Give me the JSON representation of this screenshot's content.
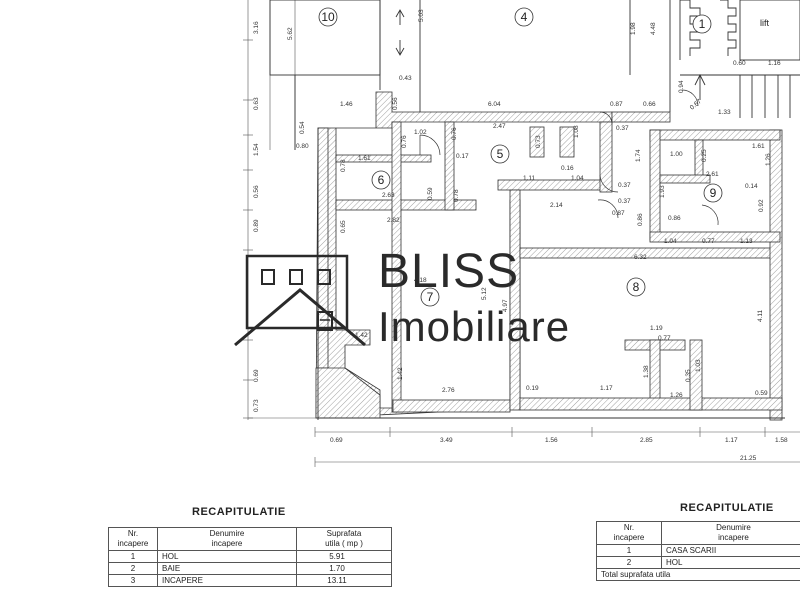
{
  "rooms": [
    "10",
    "4",
    "1",
    "5",
    "6",
    "9",
    "7",
    "8"
  ],
  "lift_label": "lift",
  "dims": [
    "3.16",
    "5.62",
    "5.03",
    "4.48",
    "1.98",
    "0.43",
    "0.60",
    "1.16",
    "0.63",
    "1.46",
    "0.56",
    "6.04",
    "0.87",
    "0.66",
    "0.94",
    "1.33",
    "0.67",
    "0.54",
    "1.02",
    "0.76",
    "2.47",
    "0.37",
    "1.08",
    "0.73",
    "1.54",
    "0.80",
    "1.61",
    "0.76",
    "0.17",
    "1.74",
    "1.00",
    "0.25",
    "1.61",
    "2.61",
    "1.26",
    "0.78",
    "2.63",
    "0.16",
    "1.11",
    "1.04",
    "0.37",
    "1.93",
    "0.14",
    "0.56",
    "0.59",
    "0.78",
    "2.82",
    "2.14",
    "0.87",
    "0.37",
    "0.86",
    "0.92",
    "0.89",
    "0.65",
    "0.86",
    "1.04",
    "0.77",
    "1.13",
    "6.32",
    "4.18",
    "4.97",
    "5.12",
    "4.11",
    "1.42",
    "1.19",
    "0.77",
    "1.03",
    "0.35",
    "1.38",
    "1.42",
    "2.76",
    "0.19",
    "1.17",
    "1.26",
    "0.59",
    "0.69",
    "0.73",
    "0.69",
    "3.49",
    "1.56",
    "2.85",
    "1.17",
    "1.58",
    "21.25"
  ],
  "logo": {
    "word1": "BLISS",
    "word2": "Imobiliare"
  },
  "recap_left": {
    "title": "RECAPITULATIE",
    "headers": [
      "Nr.\nincapere",
      "Denumire\nincapere",
      "Suprafata\nutila ( mp )"
    ],
    "rows": [
      [
        "1",
        "HOL",
        "5.91"
      ],
      [
        "2",
        "BAIE",
        "1.70"
      ],
      [
        "3",
        "INCAPERE",
        "13.11"
      ]
    ]
  },
  "recap_right": {
    "title": "RECAPITULATIE",
    "headers": [
      "Nr.\nincapere",
      "Denumire\nincapere"
    ],
    "rows": [
      [
        "1",
        "CASA SCARII"
      ],
      [
        "2",
        "HOL"
      ]
    ],
    "footer": "Total suprafata utila"
  },
  "colors": {
    "ink": "#222222",
    "hatch": "#999999",
    "logo": "#2a2a2a"
  }
}
